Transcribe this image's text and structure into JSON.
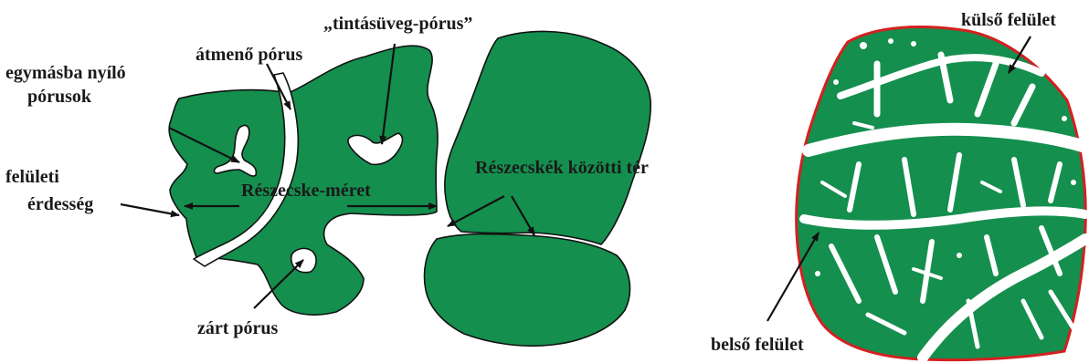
{
  "labels": {
    "inkbottle_pore": "„tintásüveg-pórus”",
    "through_pore": "átmenő pórus",
    "interconnected_line1": "egymásba nyíló",
    "interconnected_line2": "pórusok",
    "surface_rough_line1": "felületi",
    "surface_rough_line2": "érdesség",
    "particle_size": "Részecske-méret",
    "interparticle_space": "Részecskék közötti tér",
    "closed_pore": "zárt pórus",
    "outer_surface": "külső felület",
    "inner_surface": "belső felület"
  },
  "colors": {
    "particle_fill": "#148f4e",
    "outline": "#111111",
    "outer_surface_line": "#d42020",
    "pore_fill": "#ffffff",
    "text": "#1a1a1a"
  }
}
